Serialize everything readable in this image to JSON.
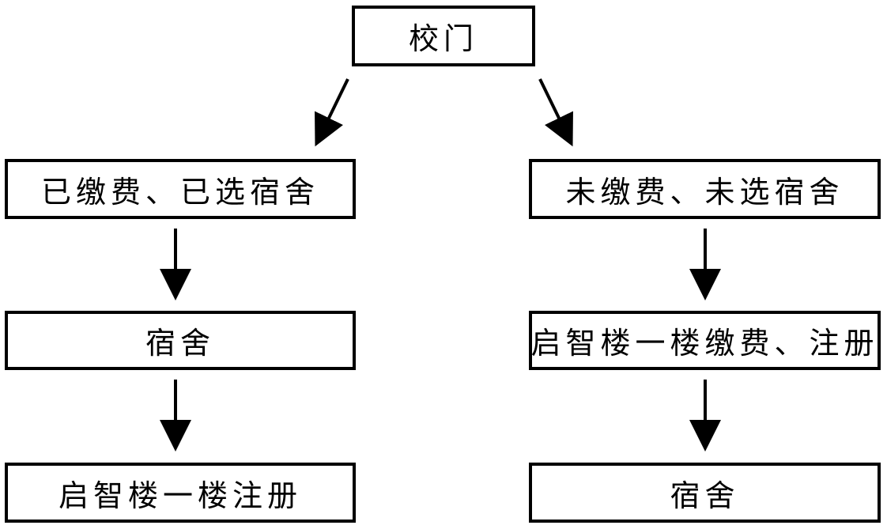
{
  "nodes": {
    "gate": "校门",
    "left_1": "已缴费、已选宿舍",
    "left_2": "宿舍",
    "left_3": "启智楼一楼注册",
    "right_1": "未缴费、未选宿舍",
    "right_2": "启智楼一楼缴费、注册",
    "right_3": "宿舍"
  },
  "colors": {
    "line": "#000000",
    "background": "#ffffff"
  }
}
